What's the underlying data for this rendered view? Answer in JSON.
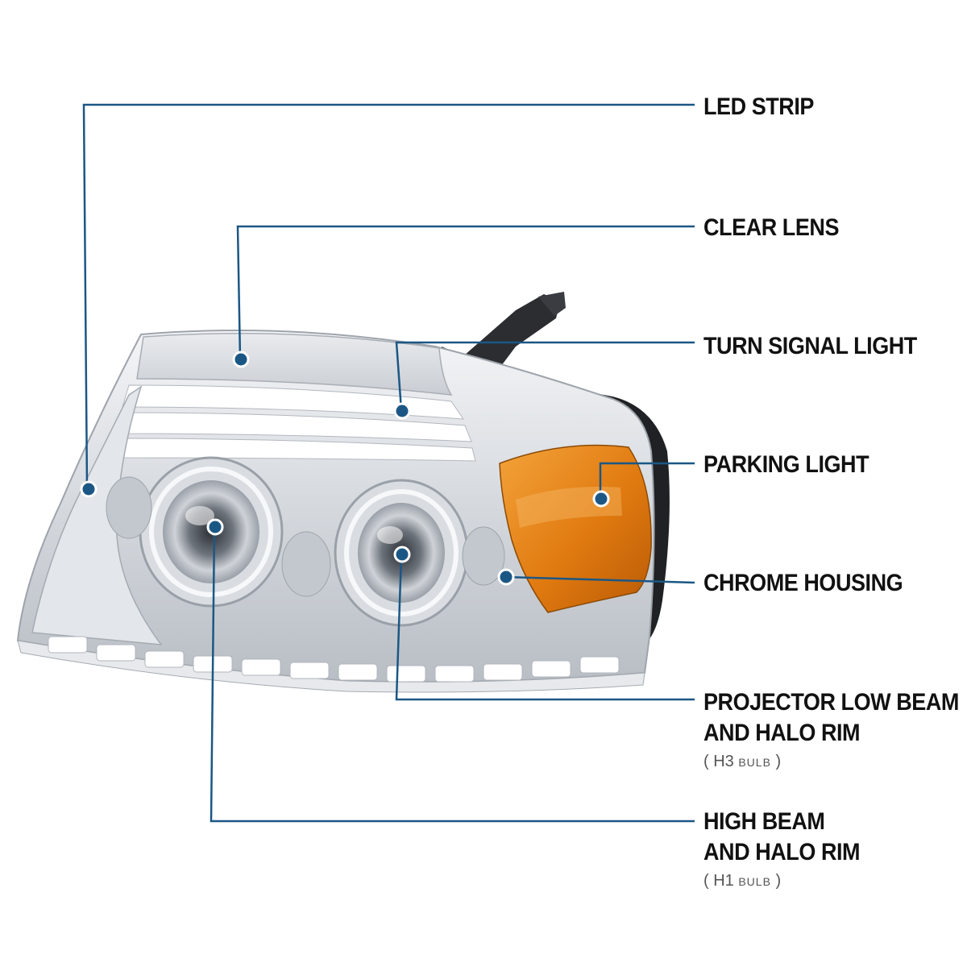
{
  "colors": {
    "callout": "#1b5785",
    "amber": "#e07a10",
    "chrome": "#c8ccd1"
  },
  "callouts": [
    {
      "id": "led-strip",
      "label": "LED STRIP"
    },
    {
      "id": "clear-lens",
      "label": "CLEAR LENS"
    },
    {
      "id": "turn-signal-light",
      "label": "TURN SIGNAL LIGHT"
    },
    {
      "id": "parking-light",
      "label": "PARKING LIGHT"
    },
    {
      "id": "chrome-housing",
      "label": "CHROME HOUSING"
    },
    {
      "id": "projector-low-beam",
      "label_line1": "PROJECTOR LOW BEAM",
      "label_line2": "AND HALO RIM",
      "bulb_open": "( H3 ",
      "bulb_word": "BULB",
      "bulb_close": " )"
    },
    {
      "id": "high-beam",
      "label_line1": "HIGH BEAM",
      "label_line2": "AND HALO RIM",
      "bulb_open": "( H1 ",
      "bulb_word": "BULB",
      "bulb_close": " )"
    }
  ]
}
